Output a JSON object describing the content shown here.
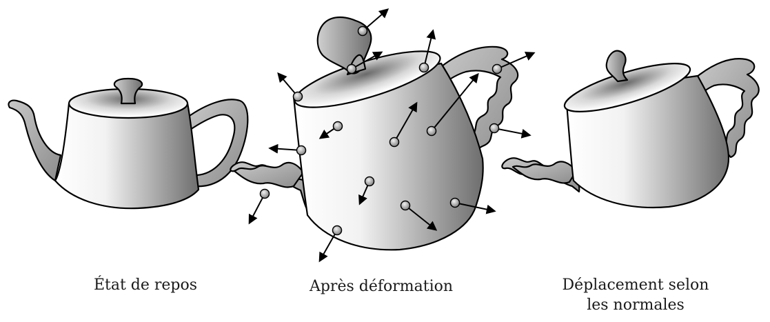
{
  "captions": {
    "rest": "État de repos",
    "deformed": "Après déformation",
    "normal_line1": "Déplacement selon",
    "normal_line2": "les normales"
  },
  "colors": {
    "background": "#ffffff",
    "outline": "#000000",
    "shade_light": "#ffffff",
    "shade_dark": "#6e6e6e",
    "handle": "#a9a9a9"
  },
  "icons": [
    "teapot-rest",
    "teapot-deformed",
    "teapot-normal-displacement",
    "vertex-dot",
    "normal-arrow"
  ]
}
